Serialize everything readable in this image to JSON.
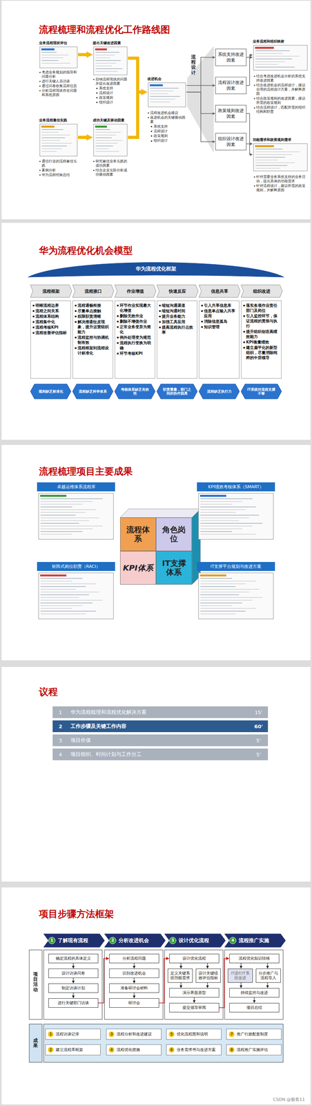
{
  "diagram": {
    "nodes": [
      {
        "text": [
          "业务流程现状评估"
        ]
      },
      {
        "text": [
          "提出关键改进因素"
        ]
      },
      {
        "text": [
          "业务流程最佳实践"
        ]
      },
      {
        "text": [
          "成功关键及驱动因素"
        ]
      },
      {
        "text": [
          "改进机会"
        ]
      },
      {
        "text": [
          "系统支持改进因素"
        ]
      },
      {
        "text": [
          "流程设计改进因素"
        ]
      },
      {
        "text": [
          "政策规则改进因素"
        ]
      },
      {
        "text": [
          "组织设计改进因素"
        ]
      },
      {
        "text": [
          "业务流程和组织映射"
        ]
      },
      {
        "text": [
          "功能需求和政策规则需求"
        ]
      },
      {
        "text": [
          "华为流程优化框架"
        ]
      },
      {
        "text": [
          "流程框架"
        ]
      },
      {
        "text": [
          "流程接口"
        ]
      },
      {
        "text": [
          "作业增值"
        ]
      },
      {
        "text": [
          "快速反应"
        ]
      },
      {
        "text": [
          "信息共享"
        ]
      },
      {
        "text": [
          "组织改进"
        ]
      },
      {
        "text": [
          "明晰流程边界",
          "流程之间关系",
          "流程体系结构",
          "流程集中化",
          "流程考核KPI",
          "流程改善评估指标"
        ]
      },
      {
        "text": [
          "流程通畅衔接",
          "尽量单点接触",
          "权限职责清晰",
          "解决推诿扯皮现象，提升运营组织能力",
          "流程监控与协调机制有效",
          "流程框架到流程设计标准化"
        ]
      },
      {
        "text": [
          "环节作业实现最大化增值",
          "删除无效作业",
          "删除不增值作业",
          "正常业务变异为简化",
          "例外处理变为规范",
          "流程执行变换为明确",
          "环节考核KPI"
        ]
      },
      {
        "text": [
          "缩短沟通渠道",
          "缩短沟通时间",
          "提升业务能力",
          "加强工具应用",
          "提高流程执行点效率"
        ]
      },
      {
        "text": [
          "引入共享信息库",
          "信息单点输入共享应用",
          "消除信息孤岛",
          "知识管理"
        ]
      },
      {
        "text": [
          "落实各项作业责任部门及岗位",
          "引入监控环节，保证流程的贯彻与执行",
          "提升组织创造高绩效能力",
          "KPI衡量绩效",
          "建立扁平化的新型组织，尽量消除纯粹的中层领导"
        ]
      },
      {
        "text": [
          "规则缺乏标准化"
        ]
      },
      {
        "text": [
          "流程缺乏科学体系"
        ]
      },
      {
        "text": [
          "考核体系缺乏有效性"
        ]
      },
      {
        "text": [
          "职责重叠，部门之间的协作脱离"
        ]
      },
      {
        "text": [
          "流程缺乏执行力"
        ]
      },
      {
        "text": [
          "IT系统对流程支撑不够"
        ]
      },
      {
        "text": [
          "卓越运维体系流程库"
        ]
      },
      {
        "text": [
          "KPI绩效考核体系（SMART）"
        ]
      },
      {
        "text": [
          "流程体系"
        ]
      },
      {
        "text": [
          "角色岗位"
        ]
      },
      {
        "text": [
          "KPI体系"
        ]
      },
      {
        "text": [
          "IT支撑体系"
        ]
      },
      {
        "text": [
          "矩阵式岗位职责（RACI）"
        ]
      },
      {
        "text": [
          "IT支撑平台规划与改进方案"
        ]
      },
      {
        "text": [
          "1",
          "华为流程梳理和流程优化解决方案",
          "15'"
        ]
      },
      {
        "text": [
          "2",
          "工作步骤及关键工作内容",
          "60'"
        ]
      },
      {
        "text": [
          "3",
          "项目价值",
          "5'"
        ]
      },
      {
        "text": [
          "4",
          "项目组织、时间计划与工作分工",
          "5'"
        ]
      },
      {
        "text": [
          "1",
          "了解现有流程"
        ]
      },
      {
        "text": [
          "2",
          "分析改进机会"
        ]
      },
      {
        "text": [
          "3",
          "设计优化流程"
        ]
      },
      {
        "text": [
          "4",
          "流程推广实施"
        ]
      },
      {
        "text": [
          "确定流程的具体定义"
        ]
      },
      {
        "text": [
          "设计访谈问卷"
        ]
      },
      {
        "text": [
          "制定访谈计划"
        ]
      },
      {
        "text": [
          "进行关键部门访谈"
        ]
      },
      {
        "text": [
          "分析流程问题"
        ]
      },
      {
        "text": [
          "识别改进机会"
        ]
      },
      {
        "text": [
          "准备研讨会材料"
        ]
      },
      {
        "text": [
          "研讨会"
        ]
      },
      {
        "text": [
          "设计优化流程"
        ]
      },
      {
        "text": [
          "定义关键系统功能需求"
        ]
      },
      {
        "text": [
          "设计关键绩效评估指标"
        ]
      },
      {
        "text": [
          "演示界面原型"
        ]
      },
      {
        "text": [
          "提交领导审阅"
        ]
      },
      {
        "text": [
          "流程优化知识转移"
        ]
      },
      {
        "text": [
          "IT进行IT系统改进"
        ]
      },
      {
        "text": [
          "分步推广与流程导入"
        ]
      },
      {
        "text": [
          "持续监控与改进"
        ]
      },
      {
        "text": [
          "项目总结"
        ]
      },
      {
        "text": [
          "1",
          "流程访谈记录"
        ]
      },
      {
        "text": [
          "2",
          "建立流程库框架"
        ]
      },
      {
        "text": [
          "3",
          "流程分析和改进建议"
        ]
      },
      {
        "text": [
          "4",
          "流程优化措施"
        ]
      },
      {
        "text": [
          "5",
          "优化流程图和说明"
        ]
      },
      {
        "text": [
          "6",
          "业务需求书与改进方案"
        ]
      },
      {
        "text": [
          "7",
          "推广行政配套制度"
        ]
      },
      {
        "text": [
          "8",
          "流程推广实施评估"
        ]
      }
    ],
    "edges": [
      {
        "from": 0,
        "to": 1,
        "arrow": "to"
      },
      {
        "from": 2,
        "to": 3,
        "arrow": "to"
      },
      {
        "from": 1,
        "to": 4,
        "arrow": "to"
      },
      {
        "from": 3,
        "to": 4,
        "arrow": "to"
      },
      {
        "from": 4,
        "to": 5,
        "arrow": "to"
      },
      {
        "from": 4,
        "to": 6,
        "arrow": "to"
      },
      {
        "from": 4,
        "to": 7,
        "arrow": "to"
      },
      {
        "from": 4,
        "to": 8,
        "arrow": "to"
      },
      {
        "from": 5,
        "to": 9,
        "arrow": "to"
      },
      {
        "from": 6,
        "to": 9,
        "arrow": "to"
      },
      {
        "from": 7,
        "to": 10,
        "arrow": "to"
      },
      {
        "from": 8,
        "to": 10,
        "arrow": "to"
      },
      {
        "from": 46,
        "to": 47,
        "arrow": "to"
      },
      {
        "from": 47,
        "to": 48,
        "arrow": "to"
      },
      {
        "from": 48,
        "to": 49,
        "arrow": "to"
      },
      {
        "from": 49,
        "to": 50,
        "arrow": "to"
      },
      {
        "from": 50,
        "to": 51,
        "arrow": "to"
      },
      {
        "from": 51,
        "to": 52,
        "arrow": "to"
      },
      {
        "from": 52,
        "to": 53,
        "arrow": "to"
      },
      {
        "from": 53,
        "to": 54,
        "arrow": "to"
      },
      {
        "from": 54,
        "to": 55,
        "arrow": "to"
      },
      {
        "from": 54,
        "to": 56,
        "arrow": "to"
      },
      {
        "from": 55,
        "to": 57,
        "arrow": "to"
      },
      {
        "from": 56,
        "to": 57,
        "arrow": "to"
      },
      {
        "from": 57,
        "to": 58,
        "arrow": "to"
      },
      {
        "from": 58,
        "to": 59,
        "arrow": "to"
      },
      {
        "from": 59,
        "to": 60,
        "arrow": "to"
      },
      {
        "from": 59,
        "to": 61,
        "arrow": "to"
      },
      {
        "from": 60,
        "to": 62,
        "arrow": "to"
      },
      {
        "from": 61,
        "to": 62,
        "arrow": "to"
      },
      {
        "from": 62,
        "to": 63,
        "arrow": "to"
      }
    ],
    "labels": [
      "流程梳理和流程优化工作路线图",
      "考虑业务规划的指导和问题分析",
      "进行关键人员访谈",
      "通过问卷收集流程信息",
      "分析流程现状存在问题和系统原因",
      "归纳流程现状的问题并提出改进因素",
      "系统支持",
      "流程设计",
      "政策规则",
      "组织设计",
      "通信行业的流程最佳实践",
      "案例分析",
      "华为流程经验总结",
      "研究最佳业务实践的成功因素",
      "结合企业实际分析成功驱动因素",
      "流程改进机会建议",
      "改进机会的关键驱动因素",
      "系统支持",
      "流程设计",
      "政策规则",
      "组织设计",
      "流程设计",
      "结合考虑改进机会分析的系统支持改进因素",
      "结合改进机会的流程设计，建议合理的流程设计方案，并解释原因",
      "结合政策规则的改进因素，建议所需的政策规则",
      "结合流程设计，匹配所需的组织结构和职责",
      "针对需要业务系统支持的业务活动，提出具体的功能需求",
      "针对流程设计，建议所需的政策规则，并解释原因",
      "华为流程优化机会模型",
      "流程梳理项目主要成果",
      "议程",
      "项目步骤方法框架",
      "项目活动",
      "成果",
      "CSDN @极客11"
    ]
  }
}
